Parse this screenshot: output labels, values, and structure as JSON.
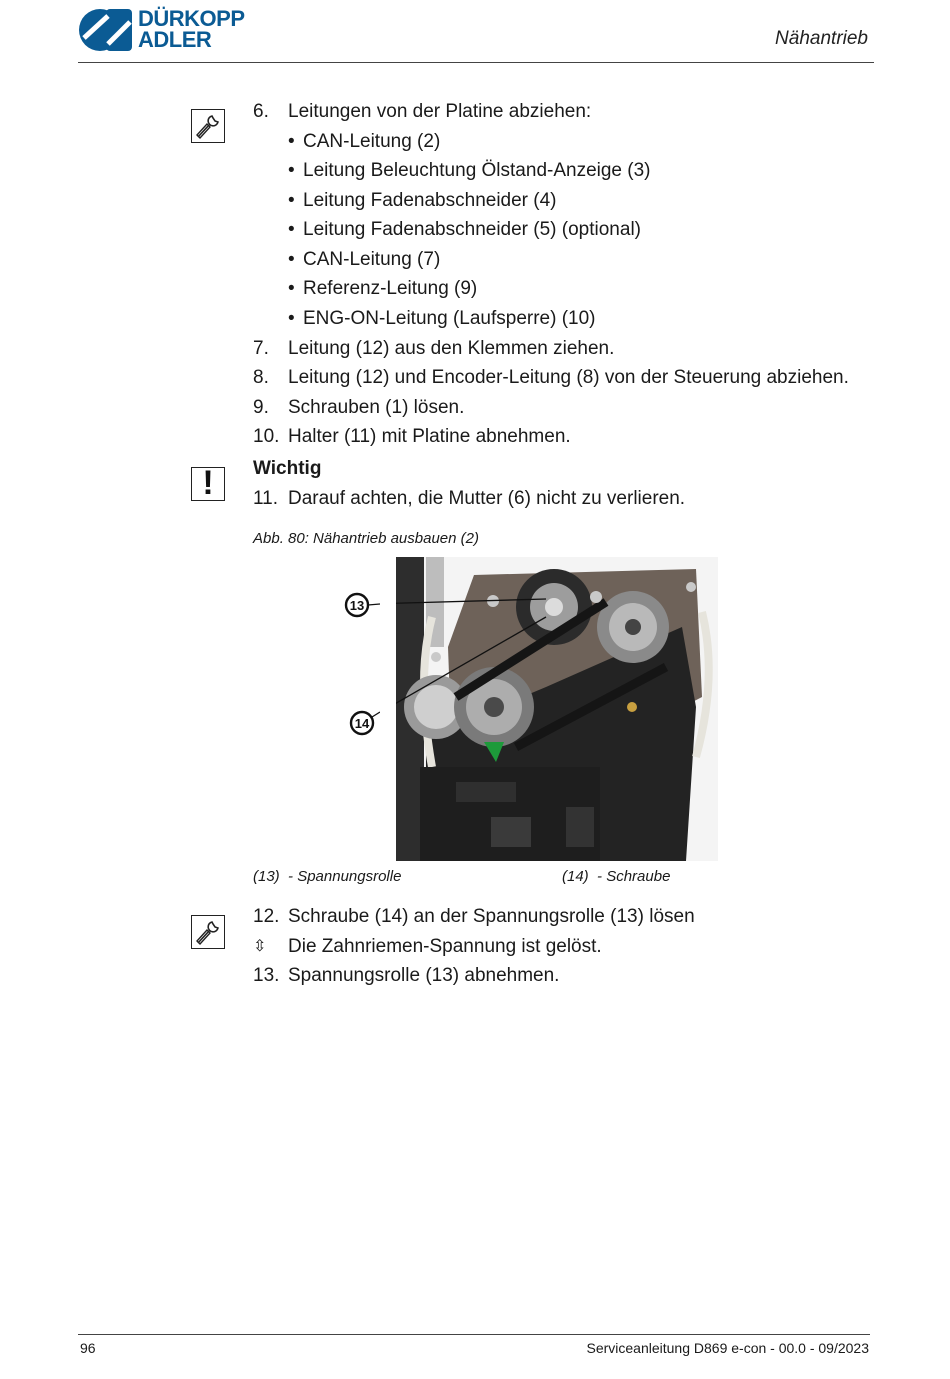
{
  "header": {
    "logo_line1": "DÜRKOPP",
    "logo_line2": "ADLER",
    "section_title": "Nähantrieb"
  },
  "steps_a": [
    {
      "num": "6.",
      "text": "Leitungen von der Platine abziehen:"
    },
    {
      "bullets": [
        "CAN-Leitung (2)",
        "Leitung Beleuchtung Ölstand-Anzeige (3)",
        "Leitung Fadenabschneider (4)",
        "Leitung Fadenabschneider (5) (optional)",
        "CAN-Leitung (7)",
        "Referenz-Leitung (9)",
        "ENG-ON-Leitung (Laufsperre) (10)"
      ]
    },
    {
      "num": "7.",
      "text": "Leitung (12) aus den Klemmen ziehen."
    },
    {
      "num": "8.",
      "text": "Leitung (12) und Encoder-Leitung (8) von der Steuerung abziehen."
    },
    {
      "num": "9.",
      "text": "Schrauben (1) lösen."
    },
    {
      "num": "10.",
      "text": "Halter (11) mit Platine abnehmen."
    }
  ],
  "important": {
    "label": "Wichtig",
    "num": "11.",
    "text": "Darauf achten, die Mutter (6) nicht zu verlieren."
  },
  "figure": {
    "caption": "Abb. 80: Nähantrieb ausbauen (2)",
    "callouts": [
      "13",
      "14"
    ],
    "legend": [
      {
        "num": "(13)",
        "text": "- Spannungsrolle"
      },
      {
        "num": "(14)",
        "text": "- Schraube"
      }
    ]
  },
  "steps_b": [
    {
      "num": "12.",
      "text": "Schraube (14) an der Spannungsrolle (13) lösen"
    },
    {
      "num": "⇳",
      "text": "Die Zahnriemen-Spannung ist gelöst."
    },
    {
      "num": "13.",
      "text": "Spannungsrolle (13) abnehmen."
    }
  ],
  "footer": {
    "page": "96",
    "doc": "Serviceanleitung D869 e-con - 00.0 - 09/2023"
  },
  "colors": {
    "brand": "#0b5b94"
  },
  "icons": [
    "wrench-icon",
    "exclamation-icon",
    "result-arrow-icon"
  ]
}
